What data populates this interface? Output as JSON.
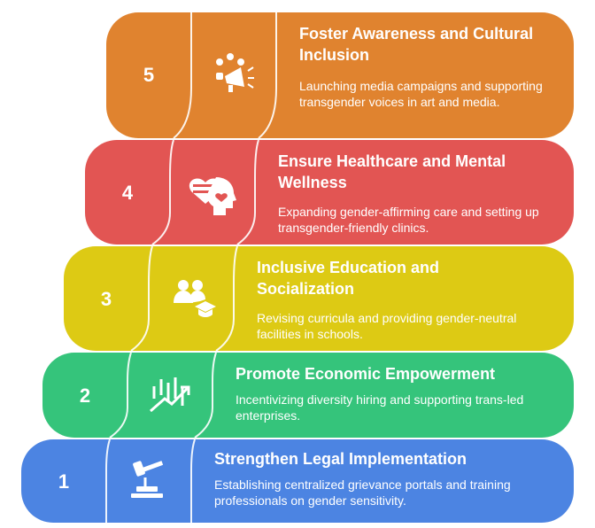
{
  "steps": [
    {
      "number": "5",
      "title": "Foster Awareness and Cultural Inclusion",
      "description": "Launching media campaigns and supporting transgender voices in art and media.",
      "color": "#E0832F",
      "icon": "megaphone-people-icon"
    },
    {
      "number": "4",
      "title": "Ensure Healthcare and Mental Wellness",
      "description": "Expanding gender-affirming care and setting up transgender-friendly clinics.",
      "color": "#E25553",
      "icon": "heart-head-icon"
    },
    {
      "number": "3",
      "title": "Inclusive Education and Socialization",
      "description": "Revising curricula and providing gender-neutral facilities in schools.",
      "color": "#DDCA14",
      "icon": "people-graduation-cap-icon"
    },
    {
      "number": "2",
      "title": "Promote Economic Empowerment",
      "description": "Incentivizing diversity hiring and supporting trans-led enterprises.",
      "color": "#35C47B",
      "icon": "growth-chart-icon"
    },
    {
      "number": "1",
      "title": "Strengthen Legal Implementation",
      "description": "Establishing centralized grievance portals and training professionals on gender sensitivity.",
      "color": "#4C84E2",
      "icon": "gavel-icon"
    }
  ]
}
